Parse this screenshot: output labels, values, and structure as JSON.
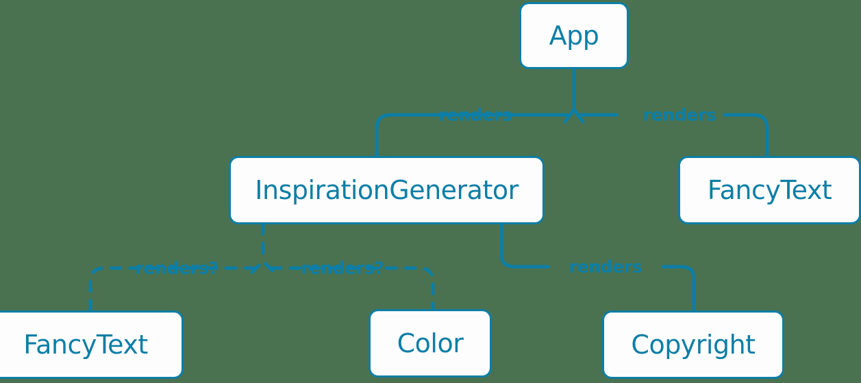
{
  "diagram": {
    "type": "component-tree",
    "background_color": "#4a7250",
    "accent_color": "#0d7ea6",
    "node_fill_color": "#fdfdfd",
    "nodes": [
      {
        "id": "app",
        "label": "App"
      },
      {
        "id": "inspiration",
        "label": "InspirationGenerator"
      },
      {
        "id": "fancytext_right",
        "label": "FancyText"
      },
      {
        "id": "fancytext_left",
        "label": "FancyText"
      },
      {
        "id": "color",
        "label": "Color"
      },
      {
        "id": "copyright",
        "label": "Copyright"
      }
    ],
    "edges": [
      {
        "id": "app_to_inspiration",
        "from": "app",
        "to": "inspiration",
        "label": "renders",
        "style": "solid"
      },
      {
        "id": "app_to_fancytext_right",
        "from": "app",
        "to": "fancytext_right",
        "label": "renders",
        "style": "solid"
      },
      {
        "id": "inspiration_to_fancytext",
        "from": "inspiration",
        "to": "fancytext_left",
        "label": "renders?",
        "style": "dashed"
      },
      {
        "id": "inspiration_to_color",
        "from": "inspiration",
        "to": "color",
        "label": "renders?",
        "style": "dashed"
      },
      {
        "id": "inspiration_to_copyright",
        "from": "inspiration",
        "to": "copyright",
        "label": "renders",
        "style": "solid"
      }
    ]
  }
}
